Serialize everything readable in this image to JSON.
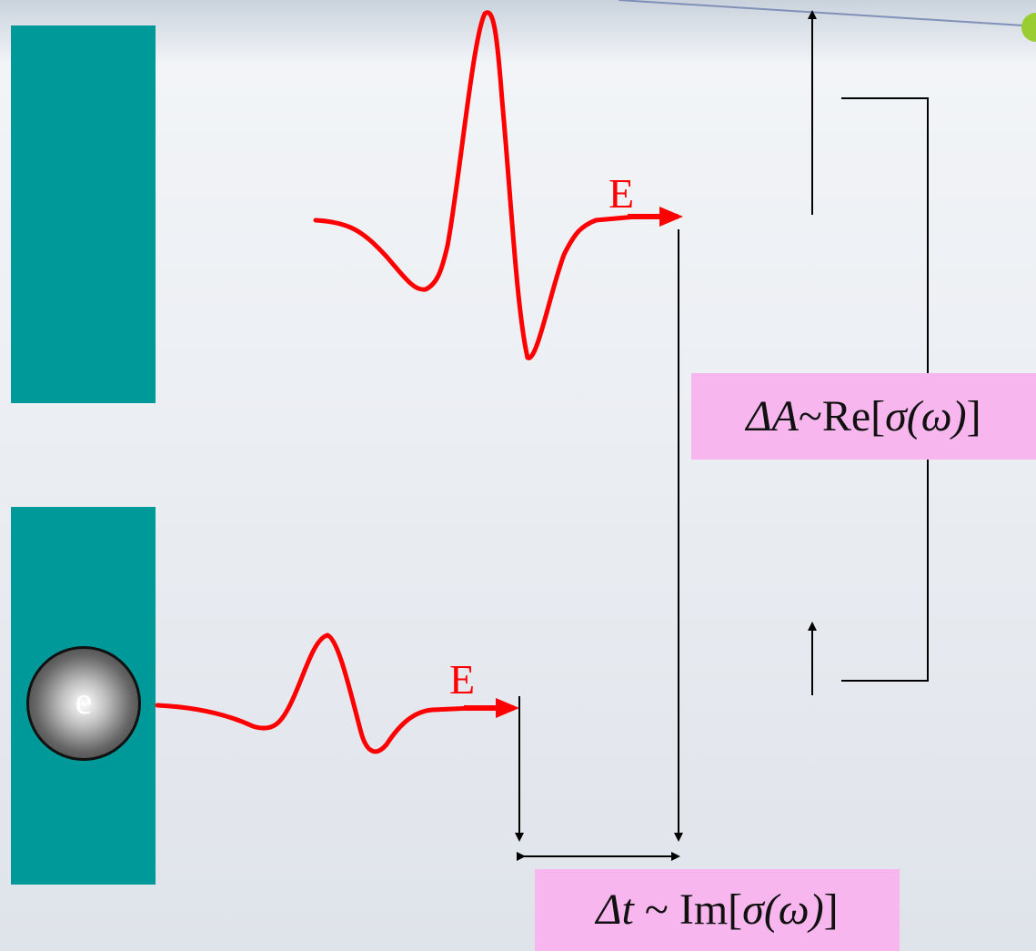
{
  "pulses": {
    "transmitted_label": "E",
    "reference_label": "E",
    "color": "#ff0000"
  },
  "electron": {
    "label": "e"
  },
  "slab_color": "#009999",
  "equations": {
    "amplitude": {
      "delta": "ΔA",
      "rel": "~Re[",
      "sigma": "σ",
      "omega": "(ω)",
      "close": "]"
    },
    "time": {
      "delta": "Δt",
      "rel": " ~ Im[",
      "sigma": "σ",
      "omega": "(ω)",
      "close": "]"
    },
    "box_color": "#f8b6ee"
  }
}
